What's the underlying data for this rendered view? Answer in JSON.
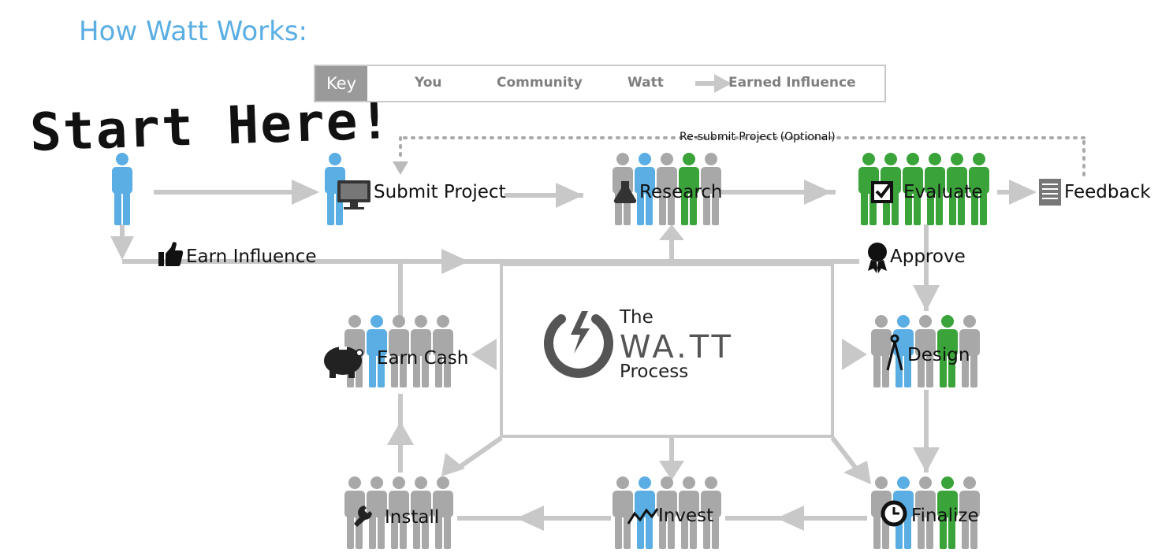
{
  "title": "How Watt Works:",
  "start_text": "Start Here!",
  "key": {
    "label": "Key",
    "items": [
      {
        "label": "You",
        "color": "#5aaee3"
      },
      {
        "label": "Community",
        "color": "#a8a8a8"
      },
      {
        "label": "Watt",
        "color": "#3aa33a"
      },
      {
        "label": "Earned Influence",
        "color": "#c8c8c8"
      }
    ]
  },
  "steps": {
    "submit_project": "Submit Project",
    "research": "Research",
    "evaluate": "Evaluate",
    "feedback": "Feedback",
    "approve": "Approve",
    "earn_influence": "Earn Influence",
    "design": "Design",
    "finalize": "Finalize",
    "invest": "Invest",
    "install": "Install",
    "earn_cash": "Earn Cash"
  },
  "resubmit": "Re-submit Project (Optional)",
  "center": {
    "the": "The",
    "brand": "WA.TT",
    "process": "Process"
  },
  "colors": {
    "you": "#5aaee3",
    "community": "#a8a8a8",
    "watt": "#3aa33a",
    "arrow": "#c8c8c8",
    "title": "#5aaee3"
  }
}
